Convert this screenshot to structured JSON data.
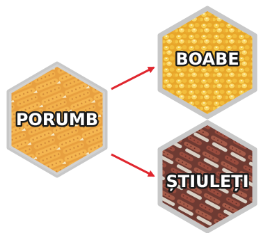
{
  "diagram": {
    "nodes": {
      "porumb": {
        "label": "PORUMB"
      },
      "boabe": {
        "label": "BOABE"
      },
      "stiuleti": {
        "label": "ȘTIULEȚI"
      }
    },
    "colors": {
      "hex_border": "#c8c8c8",
      "arrow": "#e0262e",
      "porumb_fill": "#e9951f",
      "boabe_fill": "#f0be35",
      "stiuleti_fill": "#8a4a3e"
    }
  }
}
